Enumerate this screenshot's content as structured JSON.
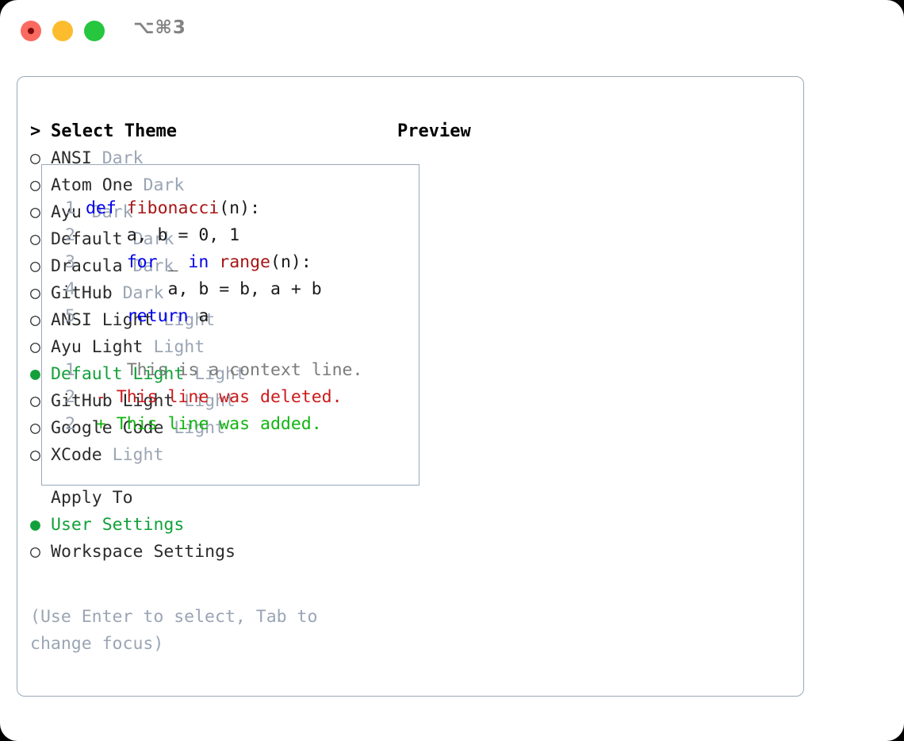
{
  "titlebar": {
    "shortcut": "⌥⌘3",
    "buttons": [
      {
        "name": "close",
        "color": "#fa6a60"
      },
      {
        "name": "minimize",
        "color": "#fcbc2e"
      },
      {
        "name": "maximize",
        "color": "#26c63f"
      }
    ]
  },
  "theme_picker": {
    "header_prefix": ">",
    "header_label": "Select Theme",
    "bullet_selected": "●",
    "bullet_unselected": "○",
    "items": [
      {
        "label": "ANSI",
        "badge": "Dark",
        "selected": false
      },
      {
        "label": "Atom One",
        "badge": "Dark",
        "selected": false
      },
      {
        "label": "Ayu",
        "badge": "Dark",
        "selected": false
      },
      {
        "label": "Default",
        "badge": "Dark",
        "selected": false
      },
      {
        "label": "Dracula",
        "badge": "Dark",
        "selected": false
      },
      {
        "label": "GitHub",
        "badge": "Dark",
        "selected": false
      },
      {
        "label": "ANSI Light",
        "badge": "Light",
        "selected": false
      },
      {
        "label": "Ayu Light",
        "badge": "Light",
        "selected": false
      },
      {
        "label": "Default Light",
        "badge": "Light",
        "selected": true
      },
      {
        "label": "GitHub Light",
        "badge": "Light",
        "selected": false
      },
      {
        "label": "Google Code",
        "badge": "Light",
        "selected": false
      },
      {
        "label": "XCode",
        "badge": "Light",
        "selected": false
      }
    ]
  },
  "apply_to": {
    "header_label": "Apply To",
    "options": [
      {
        "label": "User Settings",
        "selected": true
      },
      {
        "label": "Workspace Settings",
        "selected": false
      }
    ]
  },
  "hint": {
    "text": "(Use Enter to select, Tab to change focus)"
  },
  "preview": {
    "title": "Preview",
    "code_lines": [
      {
        "num": "1",
        "segments": [
          {
            "t": "def ",
            "c": "kw"
          },
          {
            "t": "fibonacci",
            "c": "fn"
          },
          {
            "t": "(n):",
            "c": "ctext"
          }
        ]
      },
      {
        "num": "2",
        "segments": [
          {
            "t": "    a, b = 0, 1",
            "c": "ctext"
          }
        ]
      },
      {
        "num": "3",
        "segments": [
          {
            "t": "    ",
            "c": "ctext"
          },
          {
            "t": "for",
            "c": "kw"
          },
          {
            "t": " _ ",
            "c": "ctext"
          },
          {
            "t": "in",
            "c": "kw"
          },
          {
            "t": " ",
            "c": "ctext"
          },
          {
            "t": "range",
            "c": "fn"
          },
          {
            "t": "(n):",
            "c": "ctext"
          }
        ]
      },
      {
        "num": "4",
        "segments": [
          {
            "t": "        a, b = b, a + b",
            "c": "ctext"
          }
        ]
      },
      {
        "num": "5",
        "segments": [
          {
            "t": "    ",
            "c": "ctext"
          },
          {
            "t": "return",
            "c": "kw"
          },
          {
            "t": " a",
            "c": "ctext"
          }
        ]
      }
    ],
    "diff_lines": [
      {
        "num": "1",
        "marker": " ",
        "text": "  This is a context line.",
        "kind": "ctx"
      },
      {
        "num": "2",
        "marker": "-",
        "text": " This line was deleted.",
        "kind": "del"
      },
      {
        "num": "2",
        "marker": "+",
        "text": " This line was added.",
        "kind": "add"
      }
    ]
  },
  "colors": {
    "accent_green": "#12a03a",
    "muted_blue_gray": "#9aa5b4",
    "border": "#9aa8b8",
    "keyword_blue": "#0000ee",
    "function_red": "#a81414",
    "diff_deleted": "#cc1b1b",
    "diff_added": "#11b511"
  }
}
